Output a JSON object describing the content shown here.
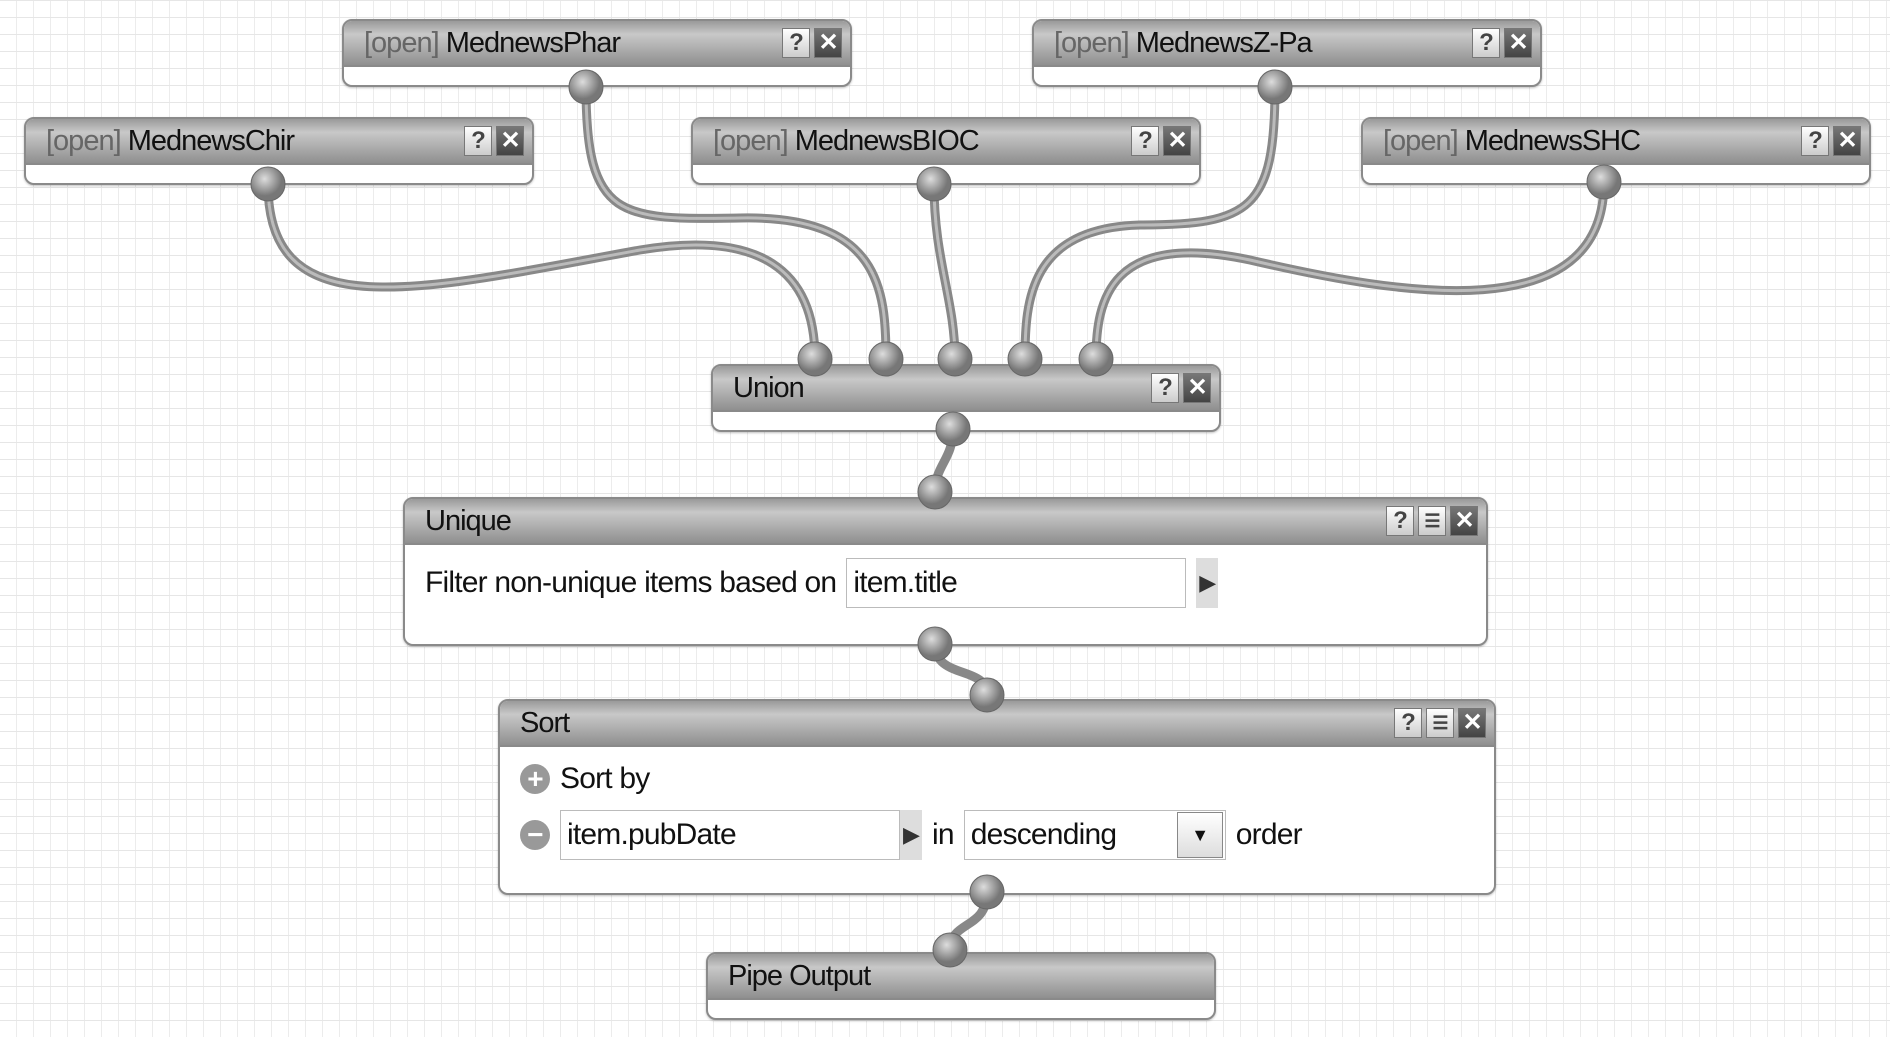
{
  "sources": [
    {
      "prefix": "[open]",
      "name": "MednewsPhar"
    },
    {
      "prefix": "[open]",
      "name": "MednewsChir"
    },
    {
      "prefix": "[open]",
      "name": "MednewsBIOC"
    },
    {
      "prefix": "[open]",
      "name": "MednewsZ-Pa"
    },
    {
      "prefix": "[open]",
      "name": "MednewsSHC"
    }
  ],
  "buttons": {
    "help": "?",
    "close": "✕",
    "minimize": "☰"
  },
  "union": {
    "title": "Union"
  },
  "unique": {
    "title": "Unique",
    "label": "Filter non-unique items based on",
    "field": "item.title"
  },
  "sort": {
    "title": "Sort",
    "sort_by": "Sort by",
    "field": "item.pubDate",
    "in": "in",
    "order_value": "descending",
    "order": "order",
    "add_icon": "+",
    "remove_icon": "−"
  },
  "output": {
    "title": "Pipe Output"
  }
}
